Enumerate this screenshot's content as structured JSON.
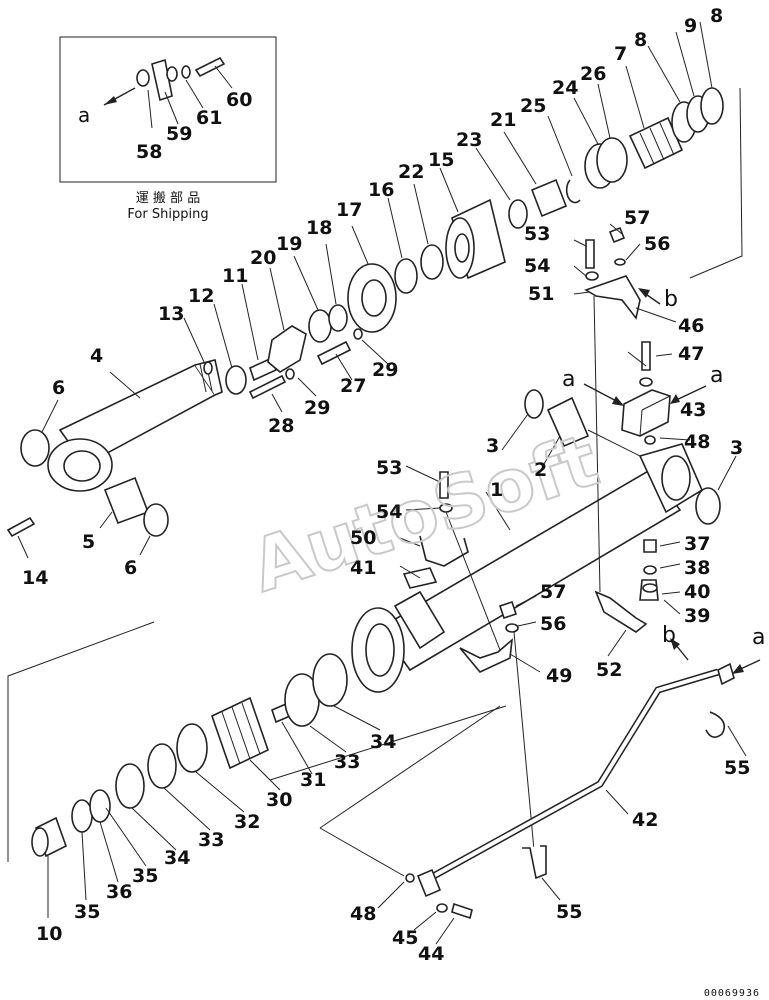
{
  "inset": {
    "jp_label": "運 搬 部 品",
    "en_label": "For Shipping",
    "arrow_letter": "a"
  },
  "watermark": "AutoSoft",
  "drawing_number": "00069936",
  "letters": {
    "a": "a",
    "b": "b"
  },
  "labels": {
    "p1": "1",
    "p2": "2",
    "p3a": "3",
    "p3b": "3",
    "p4": "4",
    "p5": "5",
    "p6a": "6",
    "p6b": "6",
    "p7": "7",
    "p8a": "8",
    "p8b": "8",
    "p9": "9",
    "p10": "10",
    "p11": "11",
    "p12": "12",
    "p13": "13",
    "p14": "14",
    "p15": "15",
    "p16": "16",
    "p17": "17",
    "p18": "18",
    "p19": "19",
    "p20": "20",
    "p21": "21",
    "p22": "22",
    "p23": "23",
    "p24": "24",
    "p25": "25",
    "p26": "26",
    "p27": "27",
    "p28": "28",
    "p29a": "29",
    "p29b": "29",
    "p30": "30",
    "p31": "31",
    "p32": "32",
    "p33a": "33",
    "p33b": "33",
    "p34a": "34",
    "p34b": "34",
    "p35a": "35",
    "p35b": "35",
    "p36": "36",
    "p37": "37",
    "p38": "38",
    "p39": "39",
    "p40": "40",
    "p41": "41",
    "p42": "42",
    "p43": "43",
    "p44": "44",
    "p45": "45",
    "p46": "46",
    "p47": "47",
    "p48a": "48",
    "p48b": "48",
    "p49": "49",
    "p50": "50",
    "p51": "51",
    "p52": "52",
    "p53a": "53",
    "p53b": "53",
    "p54a": "54",
    "p54b": "54",
    "p55a": "55",
    "p55b": "55",
    "p56a": "56",
    "p56b": "56",
    "p57a": "57",
    "p57b": "57",
    "p58": "58",
    "p59": "59",
    "p60": "60",
    "p61": "61"
  }
}
